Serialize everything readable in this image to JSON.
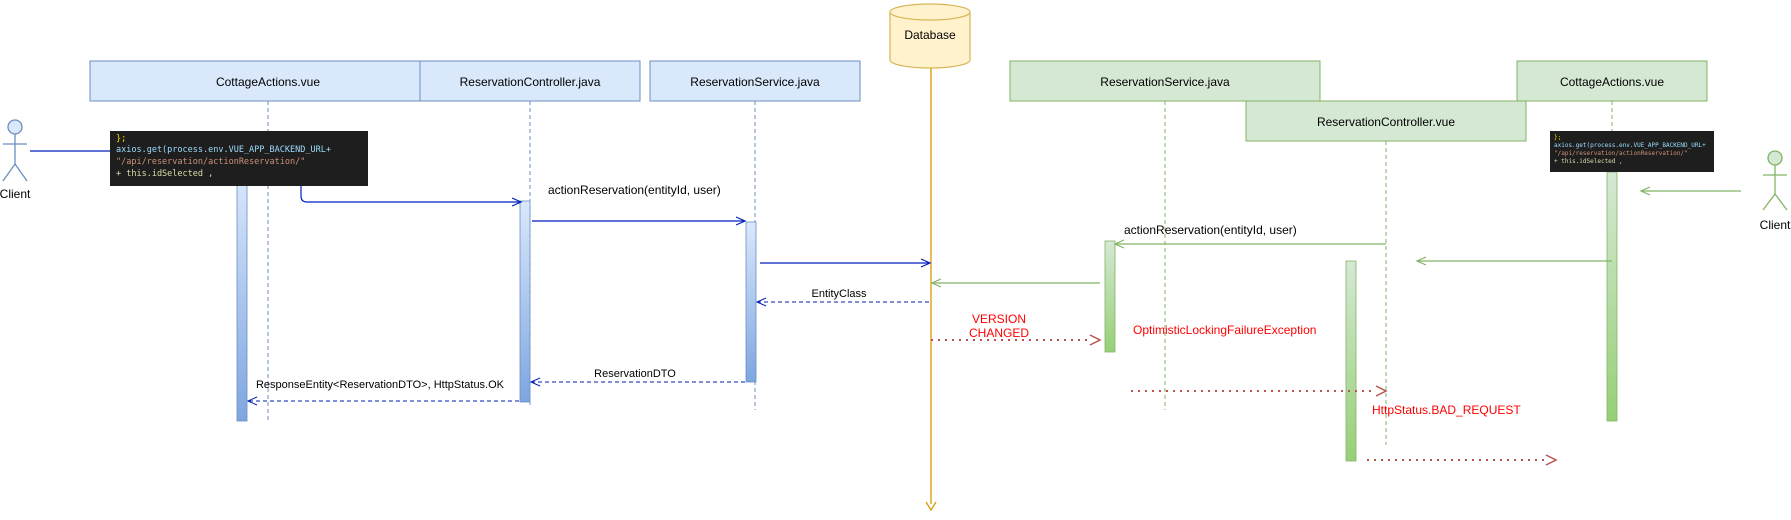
{
  "database": {
    "label": "Database"
  },
  "left": {
    "actors": [
      {
        "label": "Client"
      }
    ],
    "participants": [
      {
        "label": "CottageActions.vue"
      },
      {
        "label": "ReservationController.java"
      },
      {
        "label": "ReservationService.java"
      }
    ],
    "code_snippet": {
      "lines": [
        "};",
        "axios.get(process.env.VUE_APP_BACKEND_URL+",
        "\"/api/reservation/actionReservation/\"",
        "+ this.idSelected ,"
      ]
    },
    "messages": [
      {
        "label": "actionReservation(entityId, user)"
      },
      {
        "label": "EntityClass"
      },
      {
        "label": "ReservationDTO"
      },
      {
        "label": "ResponseEntity<ReservationDTO>, HttpStatus.OK"
      }
    ]
  },
  "right": {
    "actors": [
      {
        "label": "Client"
      }
    ],
    "participants": [
      {
        "label": "ReservationService.java"
      },
      {
        "label": "ReservationController.vue"
      },
      {
        "label": "CottageActions.vue"
      }
    ],
    "code_snippet": {
      "lines": [
        "};",
        "axios.get(process.env.VUE_APP_BACKEND_URL+",
        "\"/api/reservation/actionReservation/\"",
        "+ this.idSelected ,"
      ]
    },
    "messages": [
      {
        "label": "actionReservation(entityId, user)"
      }
    ],
    "error_labels": {
      "version_line1": "VERSION",
      "version_line2": "CHANGED",
      "exception": "OptimisticLockingFailureException",
      "status": "HttpStatus.BAD_REQUEST"
    }
  },
  "colors": {
    "blue_fill": "#dae8fc",
    "blue_stroke": "#6c8ebf",
    "blue_arrow": "#001dbc",
    "green_fill": "#d5e8d4",
    "green_stroke": "#82b366",
    "db_fill": "#fff2cc",
    "db_stroke": "#d6b656",
    "error": "#ff0000",
    "error_arrow": "#b85450"
  }
}
